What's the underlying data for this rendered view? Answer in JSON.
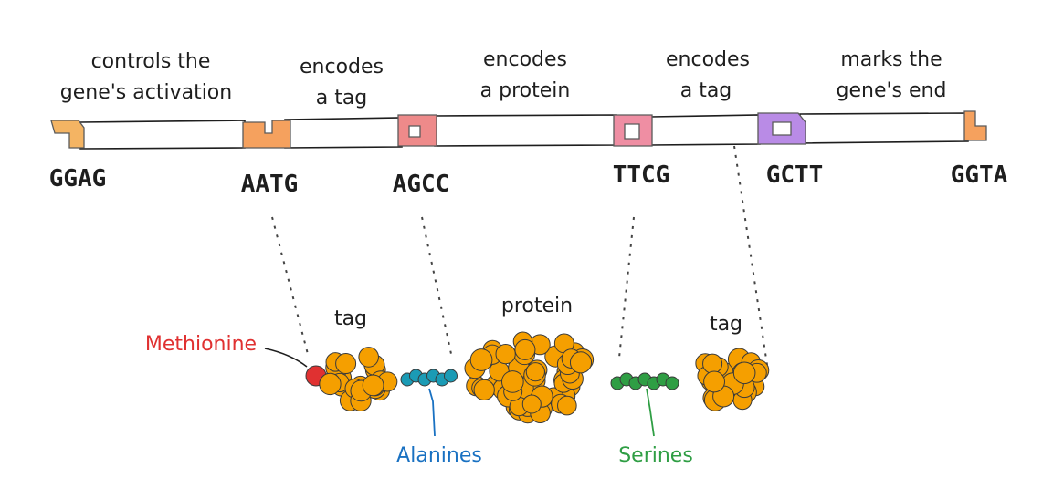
{
  "gene": {
    "regions": [
      {
        "line1": "controls the",
        "line2": "gene's activation"
      },
      {
        "line1": "encodes",
        "line2": "a tag"
      },
      {
        "line1": "encodes",
        "line2": "a protein"
      },
      {
        "line1": "encodes",
        "line2": "a tag"
      },
      {
        "line1": "marks the",
        "line2": "gene's end"
      }
    ],
    "sequences": [
      "GGAG",
      "AATG",
      "AGCC",
      "TTCG",
      "GCTT",
      "GGTA"
    ],
    "connector_colors": [
      "#f4b463",
      "#f5a15e",
      "#ee8a8a",
      "#ef8ea3",
      "#b98be6",
      "#f5a15e"
    ]
  },
  "protein": {
    "labels": {
      "methionine": "Methionine",
      "tag_left": "tag",
      "protein": "protein",
      "tag_right": "tag",
      "alanines": "Alanines",
      "serines": "Serines"
    },
    "colors": {
      "methionine": "#e03131",
      "tag": "#f59f00",
      "alanine": "#1b9bb5",
      "serine": "#2f9e44",
      "alanine_label": "#1971c2",
      "serine_label": "#2f9e44"
    }
  }
}
